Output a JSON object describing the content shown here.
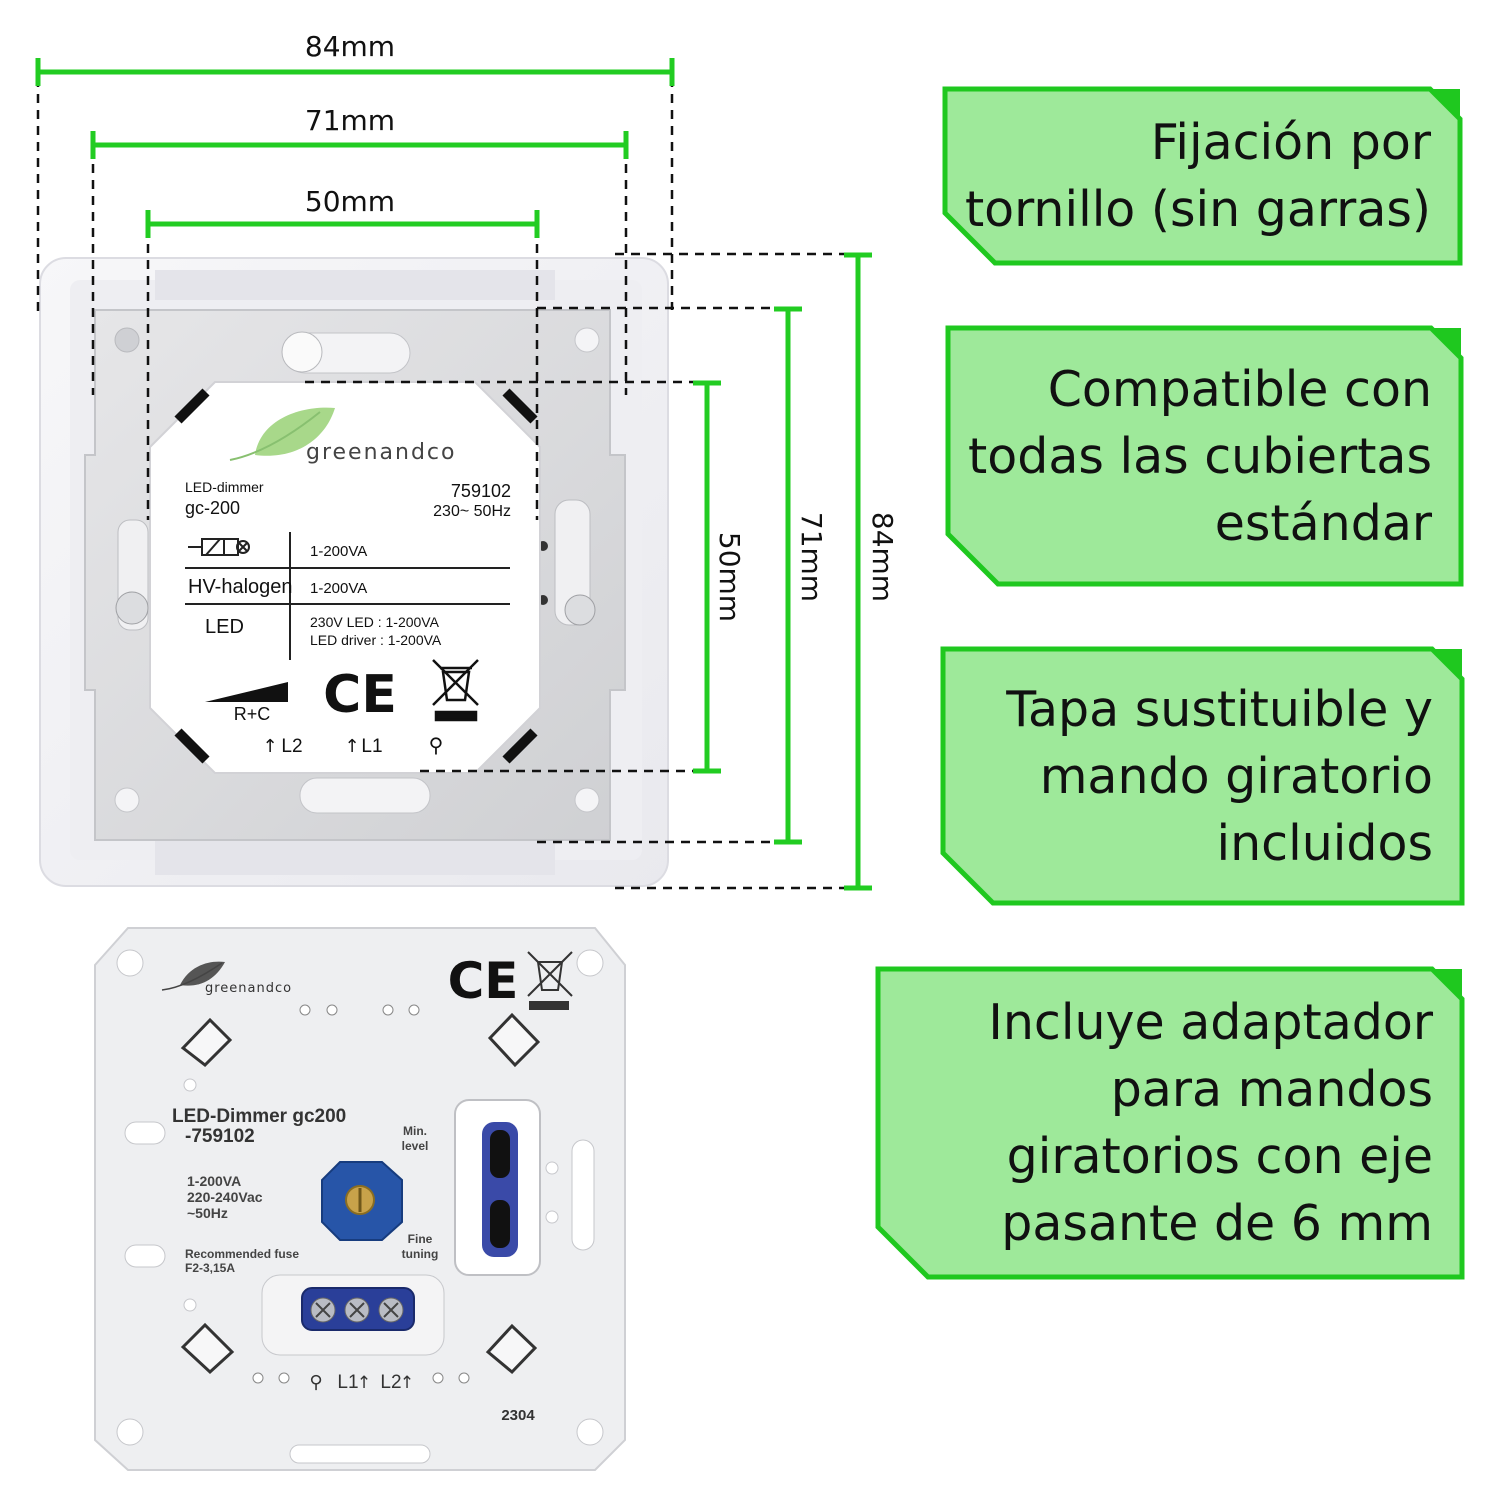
{
  "dimensions": {
    "width_outer": "84mm",
    "width_middle": "71mm",
    "width_inner": "50mm",
    "height_inner": "50mm",
    "height_middle": "71mm",
    "height_outer": "84mm"
  },
  "front_module": {
    "brand": "greenandco",
    "product_type": "LED-dimmer",
    "model": "gc-200",
    "article_number": "759102",
    "rating": "230~ 50Hz",
    "rows": [
      {
        "label": "",
        "value": "1-200VA"
      },
      {
        "label": "HV-halogen",
        "value": "1-200VA"
      },
      {
        "label": "LED",
        "value": "230V LED : 1-200VA",
        "value2": "LED driver : 1-200VA"
      }
    ],
    "ramp_label": "R+C",
    "ce_mark": "CE",
    "terminals": [
      "L2",
      "L1"
    ]
  },
  "back_module": {
    "brand": "greenandco",
    "ce_mark": "CE",
    "title": "LED-Dimmer gc200",
    "article": "-759102",
    "specs": [
      "1-200VA",
      "220-240Vac",
      "~50Hz"
    ],
    "fuse_title": "Recommended fuse",
    "fuse_value": "F2-3,15A",
    "min_label": "Min.",
    "min_label2": "level",
    "fine_label": "Fine",
    "fine_label2": "tuning",
    "terminals": [
      "L1",
      "L2"
    ],
    "batch": "2304"
  },
  "features": [
    {
      "text": "Fijación por\ntornillo (sin garras)"
    },
    {
      "text": "Compatible con\ntodas las cubiertas\nestándar"
    },
    {
      "text": "Tapa sustituible y\nmando giratorio\nincluidos"
    },
    {
      "text": "Incluye adaptador\npara mandos\ngiratorios con eje\npasante de 6 mm"
    }
  ],
  "colors": {
    "accent": "#22cc22",
    "card_fill": "#9ee99a",
    "card_border": "#1fc81f"
  }
}
